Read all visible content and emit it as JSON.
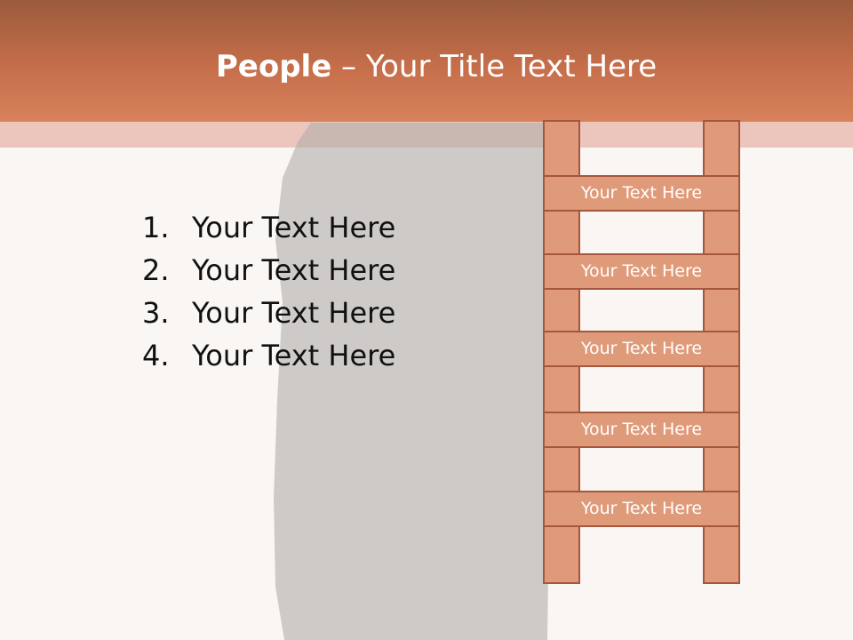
{
  "slide": {
    "title_bold": "People",
    "title_rest": " – Your Title Text Here",
    "list": [
      {
        "num": "1.",
        "text": "Your Text Here"
      },
      {
        "num": "2.",
        "text": "Your Text Here"
      },
      {
        "num": "3.",
        "text": "Your Text Here"
      },
      {
        "num": "4.",
        "text": "Your Text Here"
      }
    ],
    "ladder_rungs": [
      "Your Text Here",
      "Your Text Here",
      "Your Text Here",
      "Your Text Here",
      "Your Text Here"
    ]
  },
  "colors": {
    "header": "#c66e4a",
    "band": "#ecc6bc",
    "ladder_fill": "#df9a79",
    "ladder_border": "#a5573e",
    "background": "#faf6f3"
  }
}
